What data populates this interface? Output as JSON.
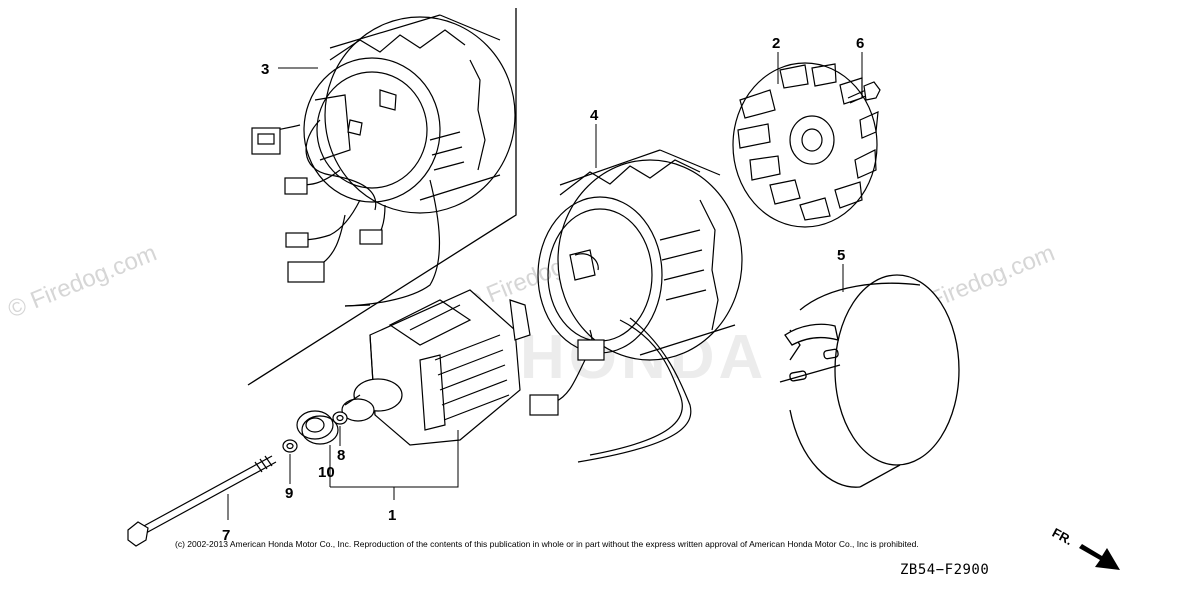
{
  "callouts": {
    "c1": "1",
    "c2": "2",
    "c3": "3",
    "c4": "4",
    "c5": "5",
    "c6": "6",
    "c7": "7",
    "c8": "8",
    "c9": "9",
    "c10": "10"
  },
  "watermark": {
    "left": "© Firedog.com",
    "center": "© Firedog.com",
    "right": "© Firedog.com",
    "brand_faint": "HONDA"
  },
  "copyright": "(c) 2002-2013 American Honda Motor Co., Inc. Reproduction of the contents of this publication in whole or in part without the express written approval of American Honda Motor Co., Inc is prohibited.",
  "diagram_code": "ZB54−F2900",
  "direction_label": "FR.",
  "colors": {
    "line": "#000000",
    "watermark": "#d6d6d6",
    "background": "#ffffff"
  }
}
